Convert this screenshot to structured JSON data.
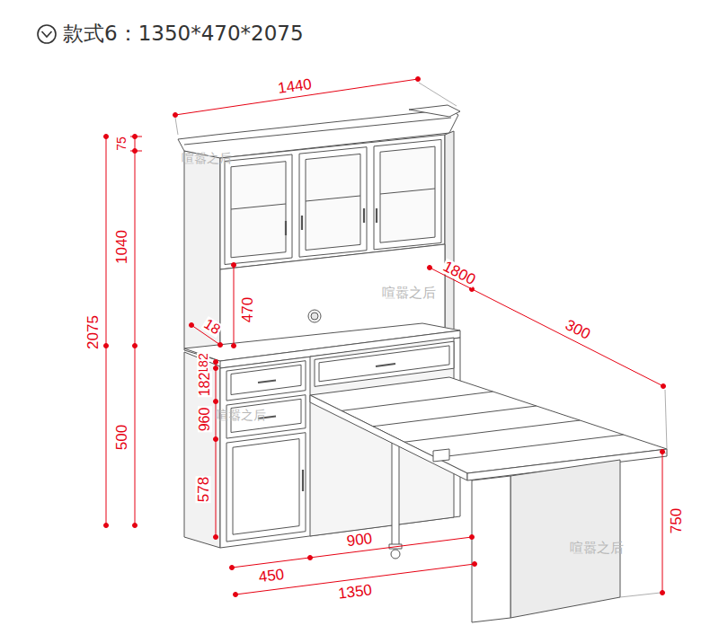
{
  "diagram": {
    "title": "款式6：1350*470*2075",
    "labels": [
      "1440",
      "75",
      "1040",
      "2075",
      "500",
      "470",
      "1800",
      "300",
      "18",
      "182",
      "182",
      "960",
      "578",
      "450",
      "900",
      "1350",
      "750",
      "喧嚣之后",
      "喧嚣之后",
      "喧嚣之后",
      "喧嚣之后"
    ]
  }
}
